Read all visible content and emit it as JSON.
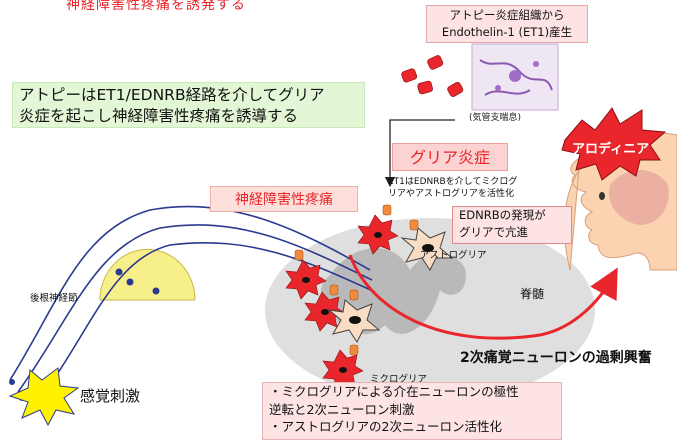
{
  "title_top": "神経障害性疼痛を誘発する",
  "main_claim": {
    "line1": "アトピーはET1/EDNRB経路を介してグリア",
    "line2": "炎症を起こし神経障害性疼痛を誘導する"
  },
  "source_box": {
    "line1": "アトピー炎症組織から",
    "line2": "Endothelin-1 (ET1)産生"
  },
  "bronchus_label": "(気管支喘息)",
  "glia_inflammation": {
    "title": "グリア炎症",
    "desc1": "ET1はEDNRBを介してミクログ",
    "desc2": "リアやアストログリアを活性化"
  },
  "neuropathic_pain_label": "神経障害性疼痛",
  "ednrb_box": {
    "line1": "EDNRBの発現が",
    "line2": "グリアで亢進"
  },
  "astroglia_label": "アストログリア",
  "spinal_cord_label": "脊髄",
  "drg_label": "後根神経節",
  "microglia_label": "ミクログリア",
  "sensory_stimulus_label": "感覚刺激",
  "allodynia_label": "アロディニア",
  "secondary_neuron_label": "2次痛覚ニューロンの過剰興奮",
  "mechanism_box": {
    "line1": "・ミクログリアによる介在ニューロンの極性",
    "line2": "逆転と2次ニューロン刺激",
    "line3": "・アストログリアの2次ニューロン活性化"
  },
  "colors": {
    "accent_red": "#e8262b",
    "nerve_blue": "#2b3a8f",
    "ganglion_yellow": "#f7ef8a",
    "spinal_gray": "#d9d9d9"
  }
}
